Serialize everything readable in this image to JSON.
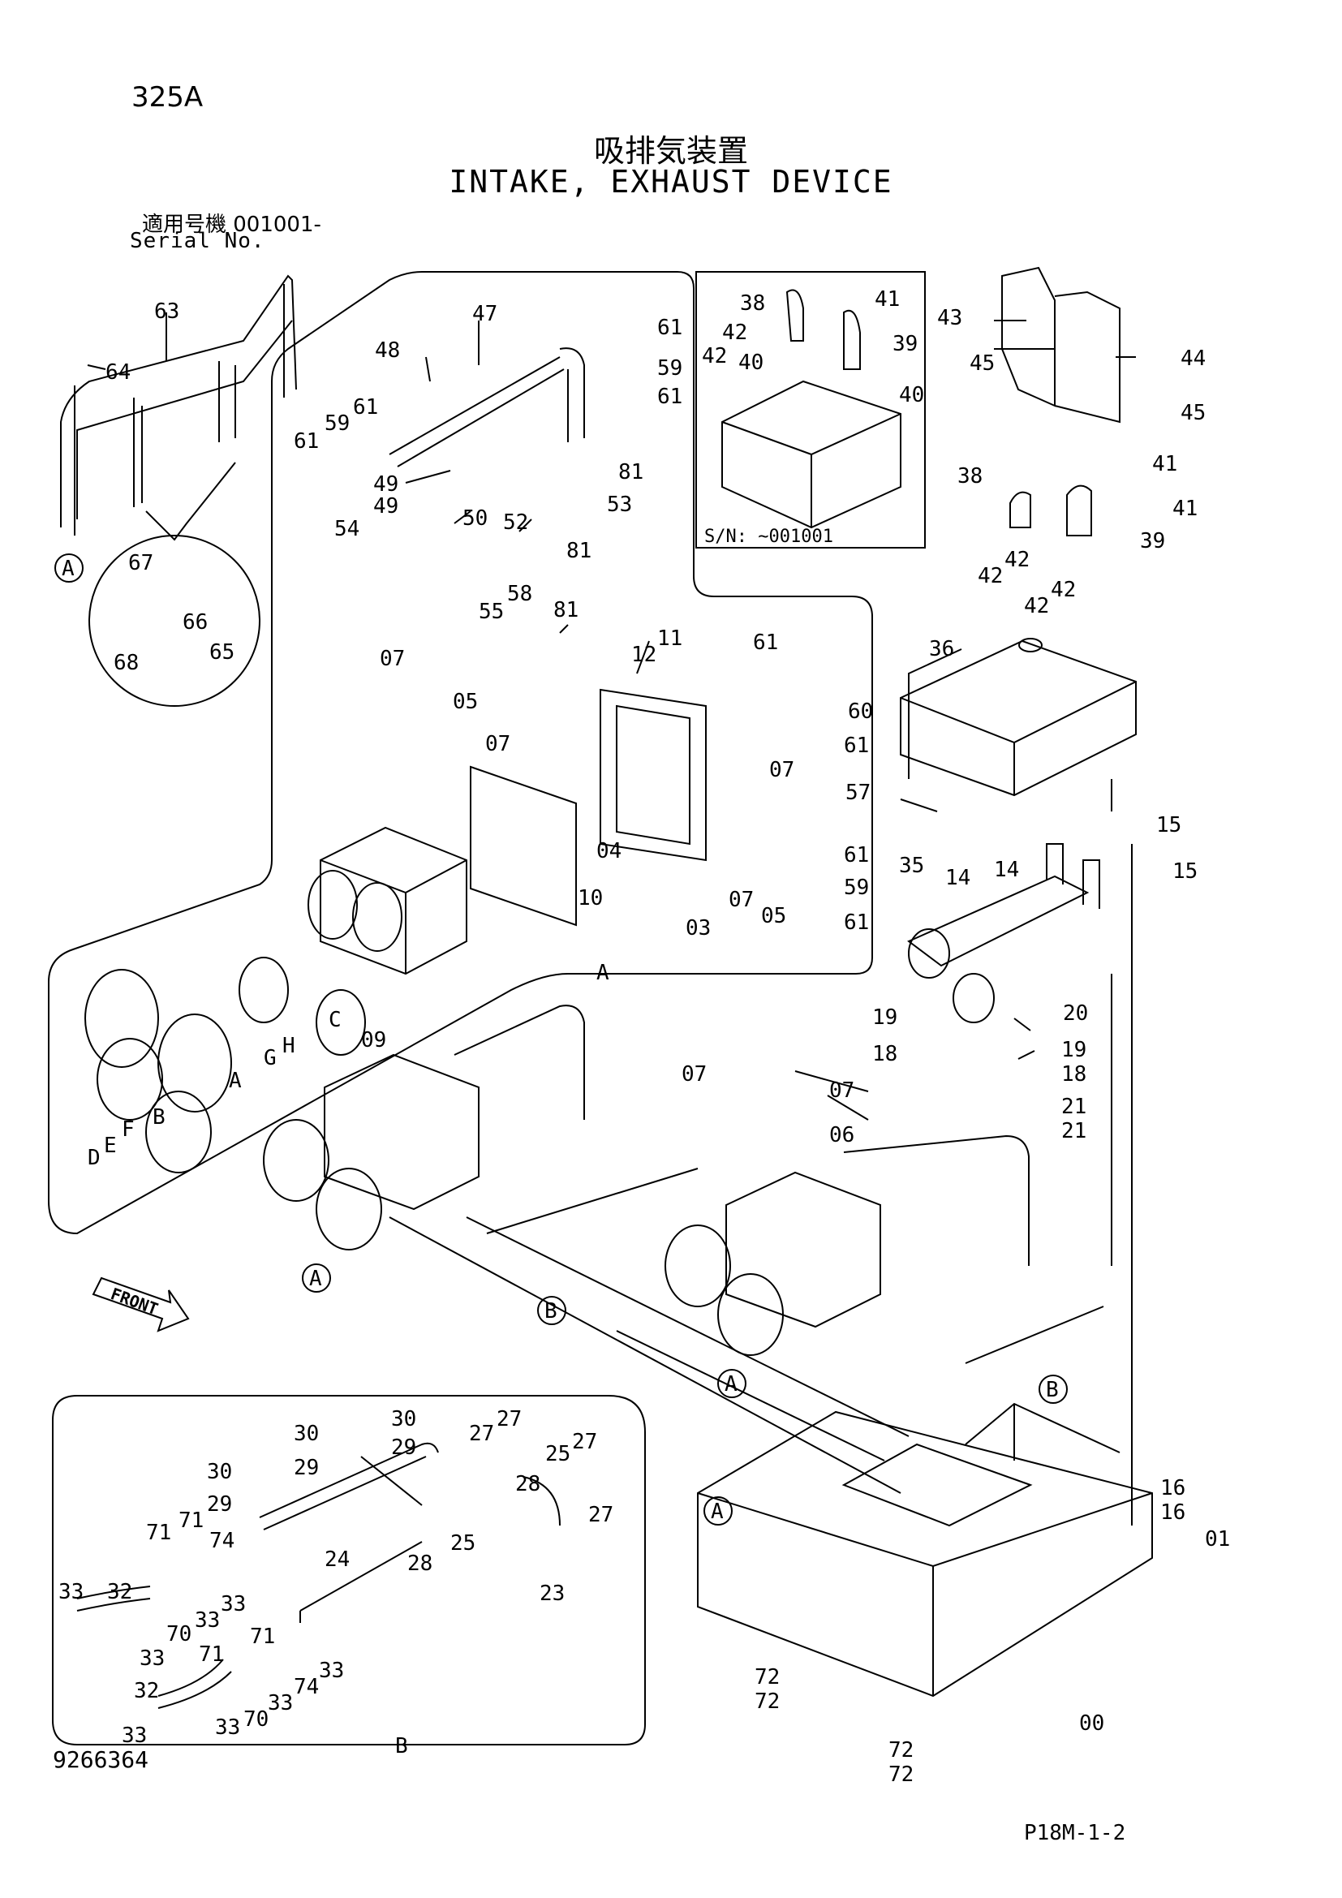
{
  "header": {
    "model": "325A",
    "title_jp": "吸排気装置",
    "title_en": "INTAKE, EXHAUST DEVICE",
    "serial_jp": "適用号機 001001-",
    "serial_en": "Serial No."
  },
  "inset_sn": "S/N: ~001001",
  "front_label": "FRONT",
  "drawing_number": "9266364",
  "page_code": "P18M-1-2",
  "callouts": [
    {
      "id": "63"
    },
    {
      "id": "64"
    },
    {
      "id": "A"
    },
    {
      "id": "67"
    },
    {
      "id": "66"
    },
    {
      "id": "68"
    },
    {
      "id": "65"
    },
    {
      "id": "47"
    },
    {
      "id": "48"
    },
    {
      "id": "61"
    },
    {
      "id": "59"
    },
    {
      "id": "49"
    },
    {
      "id": "50"
    },
    {
      "id": "52"
    },
    {
      "id": "53"
    },
    {
      "id": "54"
    },
    {
      "id": "55"
    },
    {
      "id": "58"
    },
    {
      "id": "81"
    },
    {
      "id": "38"
    },
    {
      "id": "39"
    },
    {
      "id": "40"
    },
    {
      "id": "41"
    },
    {
      "id": "42"
    },
    {
      "id": "43"
    },
    {
      "id": "44"
    },
    {
      "id": "45"
    },
    {
      "id": "36"
    },
    {
      "id": "35"
    },
    {
      "id": "15"
    },
    {
      "id": "14"
    },
    {
      "id": "07"
    },
    {
      "id": "05"
    },
    {
      "id": "12"
    },
    {
      "id": "11"
    },
    {
      "id": "60"
    },
    {
      "id": "57"
    },
    {
      "id": "04"
    },
    {
      "id": "03"
    },
    {
      "id": "10"
    },
    {
      "id": "09"
    },
    {
      "id": "C"
    },
    {
      "id": "H"
    },
    {
      "id": "G"
    },
    {
      "id": "B"
    },
    {
      "id": "D"
    },
    {
      "id": "E"
    },
    {
      "id": "F"
    },
    {
      "id": "19"
    },
    {
      "id": "18"
    },
    {
      "id": "20"
    },
    {
      "id": "21"
    },
    {
      "id": "06"
    },
    {
      "id": "16"
    },
    {
      "id": "01"
    },
    {
      "id": "72"
    },
    {
      "id": "00"
    },
    {
      "id": "30"
    },
    {
      "id": "29"
    },
    {
      "id": "27"
    },
    {
      "id": "25"
    },
    {
      "id": "28"
    },
    {
      "id": "24"
    },
    {
      "id": "23"
    },
    {
      "id": "71"
    },
    {
      "id": "74"
    },
    {
      "id": "33"
    },
    {
      "id": "32"
    },
    {
      "id": "70"
    }
  ]
}
